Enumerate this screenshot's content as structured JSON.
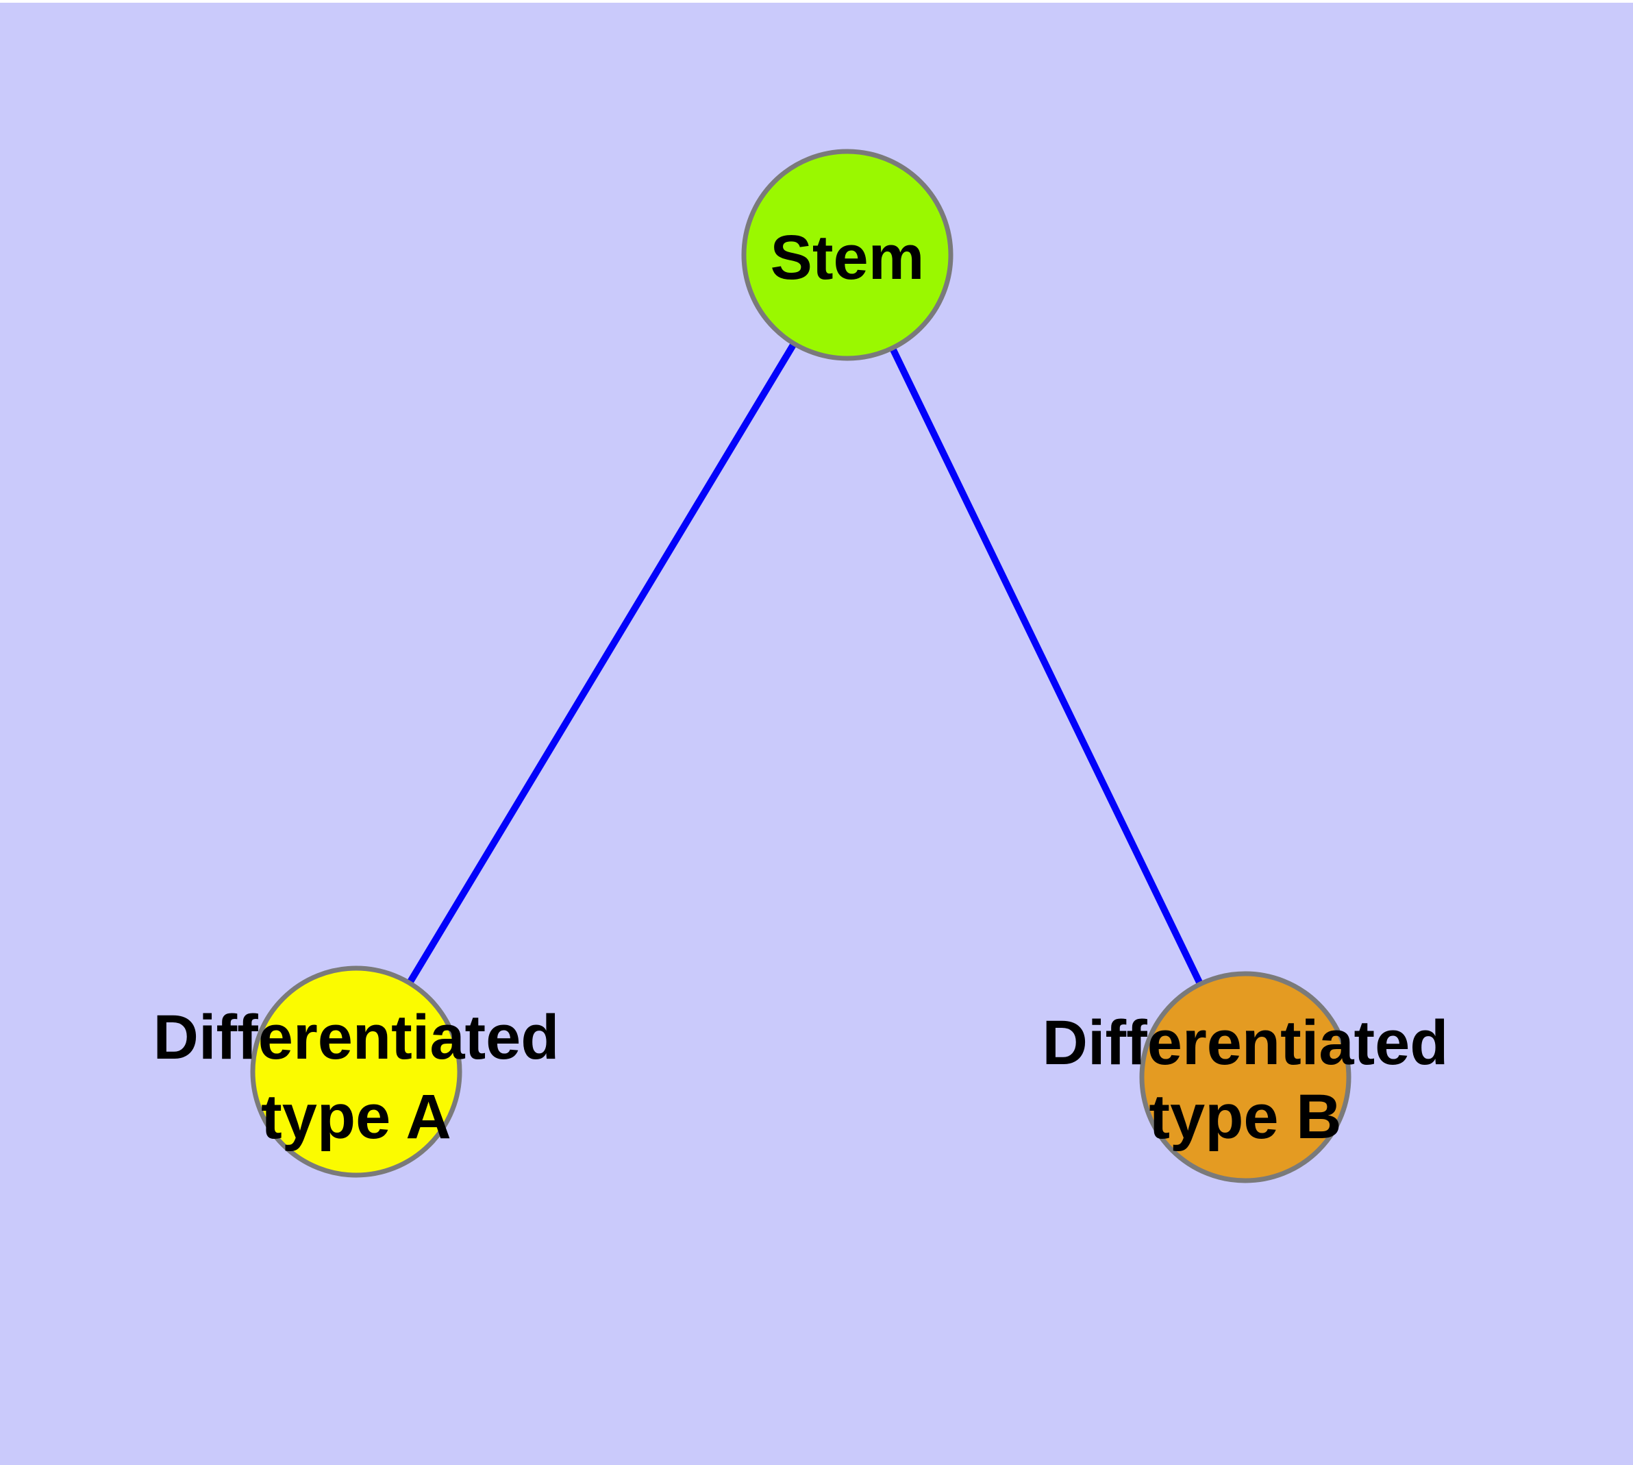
{
  "diagram": {
    "title": "",
    "background_color": "#cacafb",
    "top_strip_color": "#ffffff",
    "edge_color": "#0202fa",
    "node_border_color": "#7a7a7a",
    "label_color": "#000000",
    "nodes": [
      {
        "id": "stem",
        "label": "Stem",
        "fill": "#9af800"
      },
      {
        "id": "differentiated-type-a",
        "label_line1": "Differentiated",
        "label_line2": "type A",
        "fill": "#fbfb00"
      },
      {
        "id": "differentiated-type-b",
        "label_line1": "Differentiated",
        "label_line2": "type B",
        "fill": "#e49b22"
      }
    ],
    "edges": [
      {
        "from": "stem",
        "to": "differentiated-type-a"
      },
      {
        "from": "stem",
        "to": "differentiated-type-b"
      }
    ]
  }
}
